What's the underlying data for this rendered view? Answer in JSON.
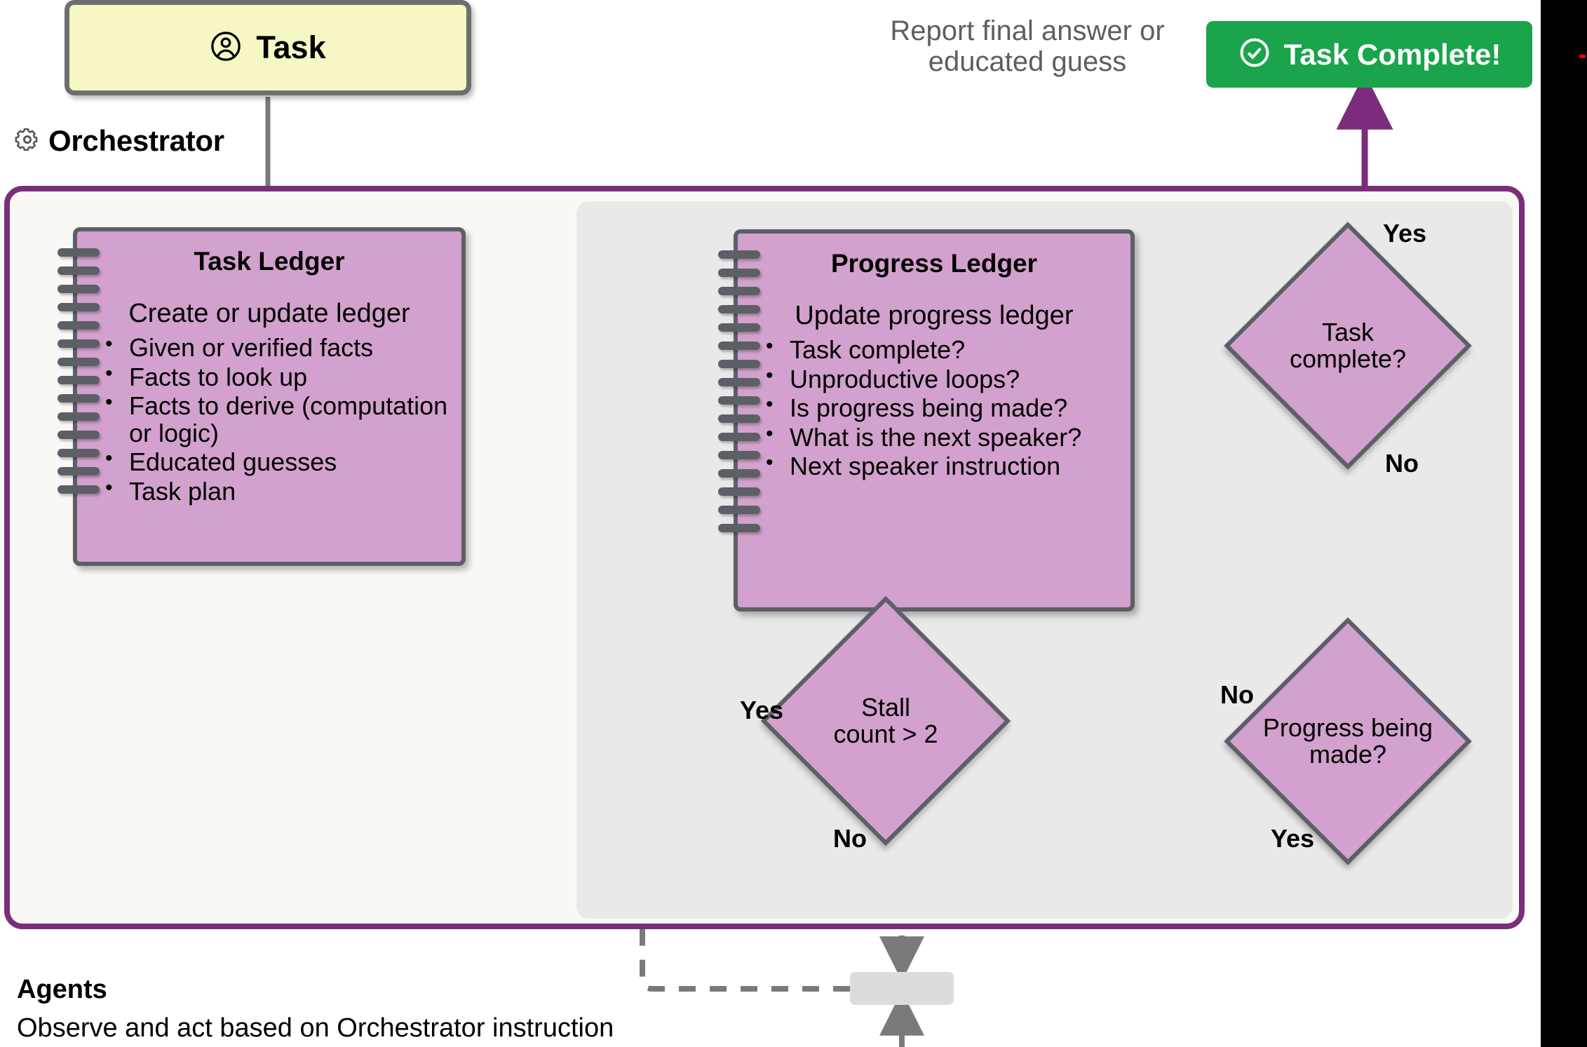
{
  "colors": {
    "accent_purple": "#7b2d7b",
    "card_pink": "#d3a1ce",
    "card_border": "#5c6066",
    "task_yellow": "#f7f7c5",
    "success_green": "#1aa44c",
    "panel_gray": "#e9e9e9",
    "dashed_gray": "#7a7a7a",
    "muted_text": "#5e5e5e",
    "gutter_black": "#000000",
    "marker_red": "#ff0000"
  },
  "task": {
    "label": "Task",
    "icon": "user-circle-icon"
  },
  "orchestrator": {
    "label": "Orchestrator",
    "icon": "gear-icon"
  },
  "task_ledger": {
    "title": "Task Ledger",
    "subtitle": "Create or update ledger",
    "items": [
      "Given or verified facts",
      "Facts to look up",
      "Facts to derive (computation or logic)",
      "Educated guesses",
      "Task plan"
    ]
  },
  "progress_ledger": {
    "title": "Progress Ledger",
    "subtitle": "Update progress ledger",
    "items": [
      "Task complete?",
      "Unproductive loops?",
      "Is progress being made?",
      "What is the next speaker?",
      "Next speaker instruction"
    ]
  },
  "decisions": {
    "task_complete": {
      "label": "Task complete?",
      "yes_label": "Yes",
      "no_label": "No"
    },
    "progress_being_made": {
      "label": "Progress being made?",
      "yes_label": "Yes",
      "no_label": "No"
    },
    "stall_count": {
      "label": "Stall count > 2",
      "yes_label": "Yes",
      "no_label": "No"
    }
  },
  "completion": {
    "note": "Report final answer or educated guess",
    "button_label": "Task Complete!",
    "icon": "check-circle-icon"
  },
  "agents": {
    "title": "Agents",
    "subtitle": "Observe and act based on Orchestrator instruction"
  }
}
